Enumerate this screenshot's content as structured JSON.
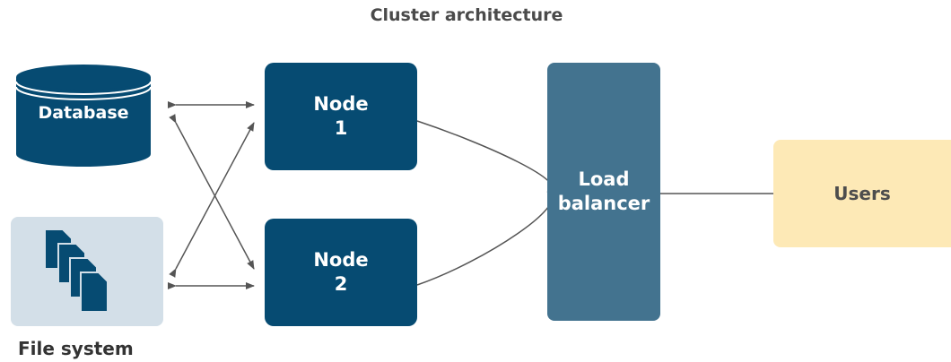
{
  "title": "Cluster architecture",
  "database": {
    "label": "Database"
  },
  "file_system": {
    "label": "File system",
    "icon": "documents-icon"
  },
  "nodes": [
    {
      "line1": "Node",
      "line2": "1"
    },
    {
      "line1": "Node",
      "line2": "2"
    }
  ],
  "load_balancer": {
    "line1": "Load",
    "line2": "balancer"
  },
  "users": {
    "label": "Users"
  },
  "colors": {
    "node": "#064b72",
    "load_balancer": "#43738f",
    "users": "#fde9b6",
    "file_system_bg": "#d3dfe8",
    "connector": "#555555"
  }
}
